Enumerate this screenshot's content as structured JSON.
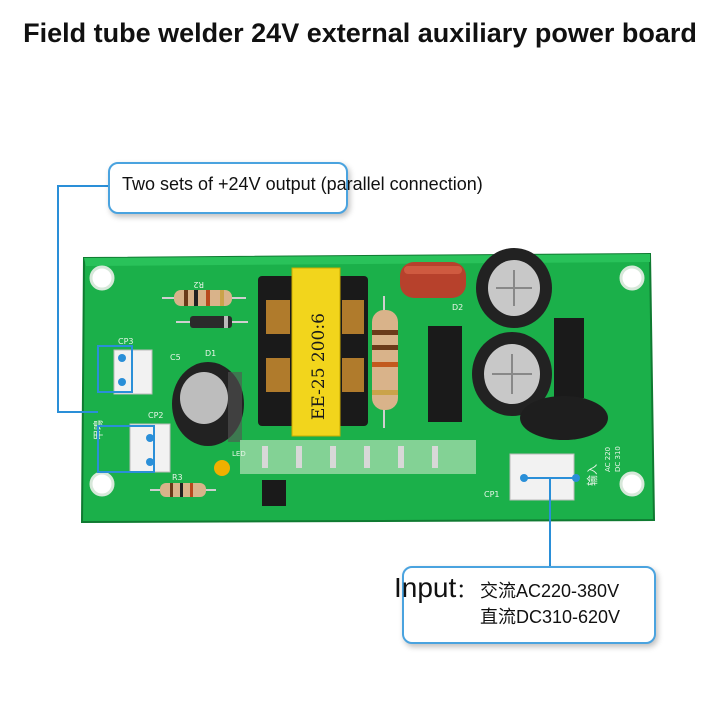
{
  "title": "Field tube welder 24V external auxiliary power board",
  "callouts": {
    "output_text": "Two sets of +24V output (parallel connection)",
    "input_label": "Input",
    "input_colon": "：",
    "input_ac": "交流AC220-380V",
    "input_dc": "直流DC310-620V"
  },
  "board_labels": {
    "transformer": "EE-25 200:6",
    "cp3": "CP3",
    "cp2": "CP2",
    "cp1": "CP1",
    "r2": "R2",
    "r3": "R3",
    "c5": "C5",
    "d1": "D1",
    "d2": "D2",
    "led": "LED",
    "ac_label": "AC 220",
    "dc_label": "DC 310",
    "input_cn": "输入",
    "output_cn": "甲鳴"
  },
  "colors": {
    "pcb": "#1bb04a",
    "pcb_dark": "#118a37",
    "callout_border": "#4aa3df",
    "lead": "#2a8fd8",
    "transformer_yellow": "#f2d51c",
    "capacitor": "#222222"
  }
}
